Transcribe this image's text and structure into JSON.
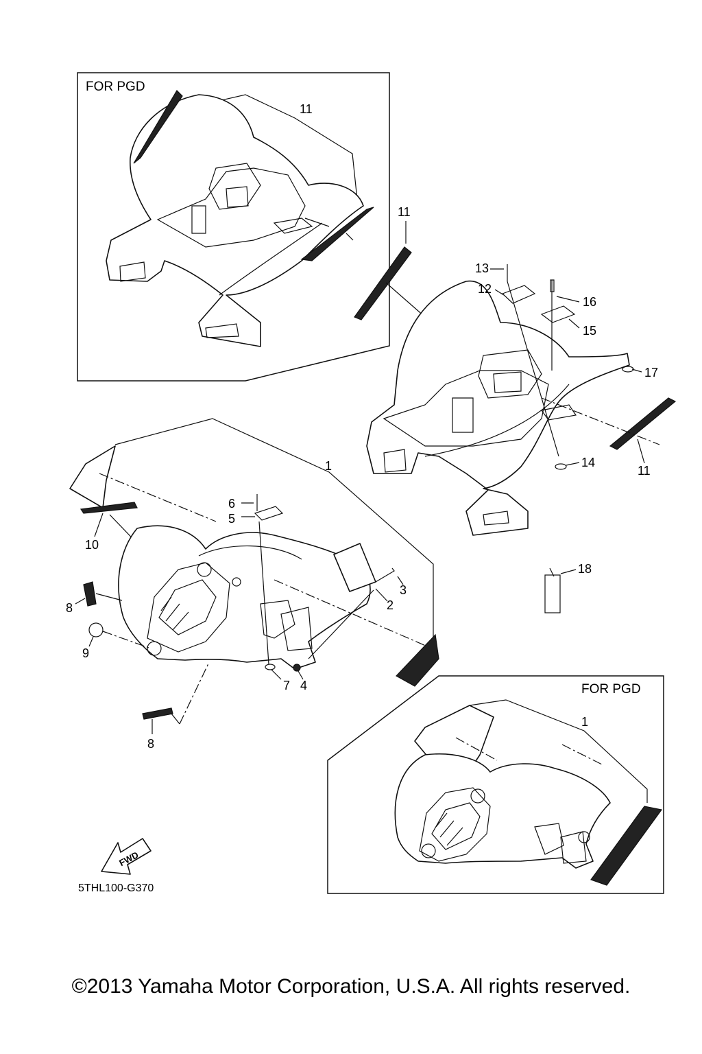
{
  "diagram": {
    "inset_top": {
      "label": "FOR PGD",
      "callout": "11"
    },
    "inset_bottom": {
      "label": "FOR PGD",
      "callout": "1"
    },
    "callouts": {
      "c1": "1",
      "c2": "2",
      "c3": "3",
      "c4": "4",
      "c5": "5",
      "c6": "6",
      "c7": "7",
      "c8a": "8",
      "c8b": "8",
      "c9": "9",
      "c10": "10",
      "c11a": "11",
      "c11b": "11",
      "c12": "12",
      "c13": "13",
      "c14": "14",
      "c15": "15",
      "c16": "16",
      "c17": "17",
      "c18": "18"
    },
    "fwd_label": "FWD",
    "drawing_code": "5THL100-G370"
  },
  "footer": {
    "copyright": "©2013 Yamaha Motor Corporation, U.S.A. All rights reserved."
  }
}
